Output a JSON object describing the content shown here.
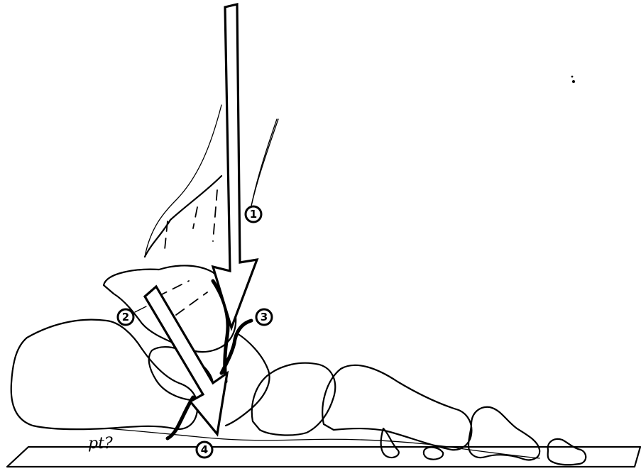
{
  "figure": {
    "background": "#ffffff",
    "ink_color": "#000000"
  },
  "markers": [
    {
      "id": "marker-1",
      "label": "1"
    },
    {
      "id": "marker-2",
      "label": "2"
    },
    {
      "id": "marker-3",
      "label": "3"
    },
    {
      "id": "marker-4",
      "label": "4"
    }
  ],
  "annotations": {
    "handwritten_note": "pt?"
  }
}
